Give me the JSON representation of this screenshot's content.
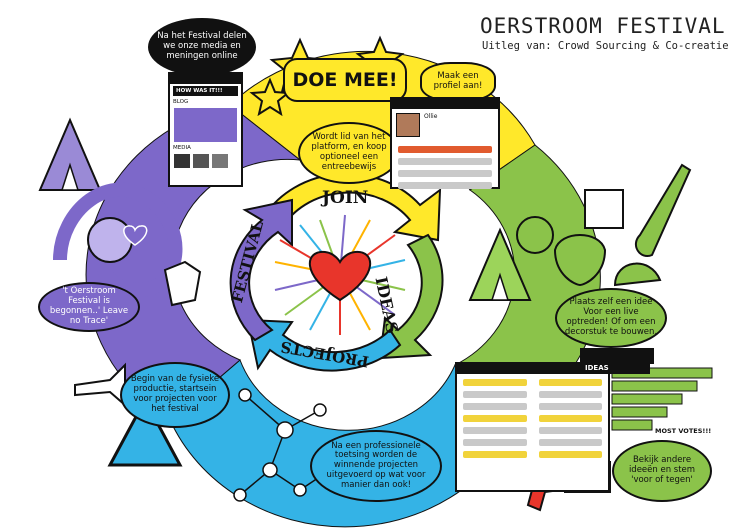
{
  "title": "OERSTROOM FESTIVAL",
  "subtitle": "Uitleg van: Crowd Sourcing & Co-creatie",
  "cycle": {
    "join": "JOIN",
    "ideas": "IDEAS",
    "projects": "PROJECTS",
    "festival": "FESTIVAL"
  },
  "callouts": {
    "doe_mee": "DOE MEE!",
    "profiel": "Maak een profiel aan!",
    "wordt_lid": "Wordt lid van het platform, en koop optioneel een entreebewijs",
    "na_festival": "Na het Festival delen we onze media en meningen online",
    "begonnen": "'t Oerstroom Festival is begonnen..' Leave no Trace'",
    "begin_productie": "Begin van de fysieke productie, startsein voor projecten voor het festival",
    "toetsing": "Na een professionele toetsing worden de winnende projecten uitgevoerd op wat voor manier dan ook!",
    "plaats_idee": "Plaats zelf een idee Voor een live optreden! Of om een decorstuk te bouwen.",
    "bekijk": "Bekijk andere ideeën en stem 'voor of tegen'"
  },
  "screens": {
    "media": {
      "how_was_it": "HOW WAS IT!!!",
      "blog": "BLOG",
      "media": "MEDIA"
    },
    "profile": {
      "name": "Ollie"
    },
    "ideas": {
      "label": "IDEAS",
      "most_votes": "MOST VOTES!!!",
      "bars": [
        1.0,
        0.85,
        0.7,
        0.55,
        0.4
      ]
    }
  },
  "colors": {
    "yellow": "#ffe82a",
    "green": "#8bc34a",
    "blue": "#34b3e6",
    "purple": "#7d68c9",
    "red": "#e8352b",
    "black": "#111111"
  }
}
